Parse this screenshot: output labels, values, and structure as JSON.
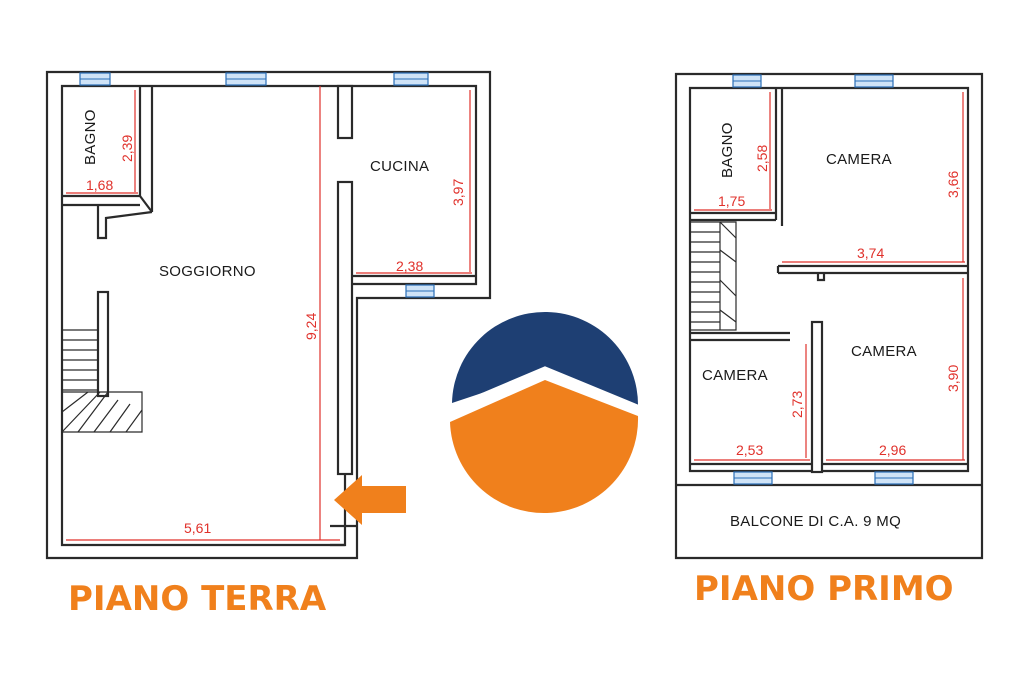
{
  "colors": {
    "floor_label": "#f0801c",
    "dimension": "#e0312b",
    "window": "#2a6fb8",
    "logo_blue": "#1e3f73",
    "logo_orange": "#f0801c"
  },
  "ground_floor": {
    "label": "PIANO TERRA",
    "rooms": {
      "bagno": "BAGNO",
      "cucina": "CUCINA",
      "soggiorno": "SOGGIORNO"
    },
    "dimensions": {
      "bagno_height": "2,39",
      "bagno_width": "1,68",
      "cucina_height": "3,97",
      "cucina_width": "2,38",
      "soggiorno_height": "9,24",
      "soggiorno_width": "5,61"
    }
  },
  "first_floor": {
    "label": "PIANO PRIMO",
    "rooms": {
      "bagno": "BAGNO",
      "camera_top": "CAMERA",
      "camera_bottom_left": "CAMERA",
      "camera_bottom_right": "CAMERA",
      "balcony": "BALCONE DI C.A. 9 MQ"
    },
    "dimensions": {
      "bagno_height": "2,58",
      "bagno_width": "1,75",
      "camera_top_height": "3,66",
      "camera_top_width": "3,74",
      "camera_bl_height": "2,73",
      "camera_bl_width": "2,53",
      "camera_br_height": "3,90",
      "camera_br_width": "2,96"
    }
  },
  "icons": {
    "entrance": "entrance-arrow-icon",
    "logo": "agency-logo-icon"
  }
}
